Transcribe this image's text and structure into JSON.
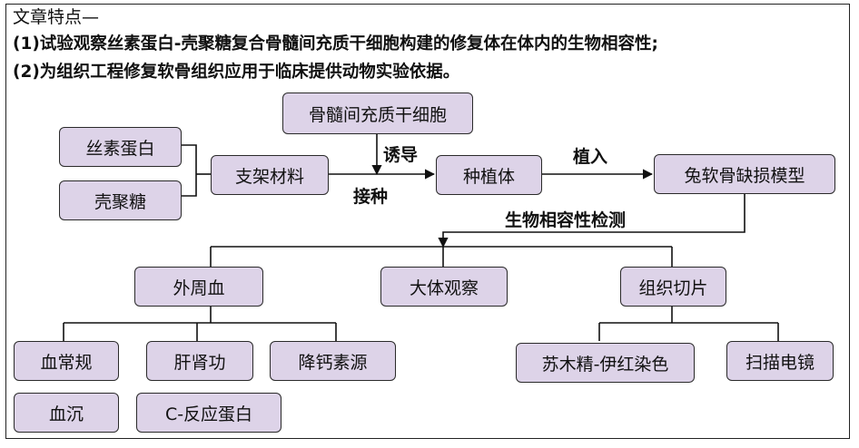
{
  "header": {
    "line1": "文章特点—",
    "line2": "(1)试验观察丝素蛋白-壳聚糖复合骨髓间充质干细胞构建的修复体在体内的生物相容性;",
    "line3": "(2)为组织工程修复软骨组织应用于临床提供动物实验依据。"
  },
  "nodes": {
    "msc": "骨髓间充质干细胞",
    "silk": "丝素蛋白",
    "chitosan": "壳聚糖",
    "scaffold": "支架材料",
    "implant": "种植体",
    "model": "兔软骨缺损模型",
    "blood": "外周血",
    "gross": "大体观察",
    "section": "组织切片",
    "routine": "血常规",
    "liver": "肝肾功",
    "calcitonin": "降钙素源",
    "esr": "血沉",
    "crp": "C-反应蛋白",
    "he": "苏木精-伊红染色",
    "sem": "扫描电镜"
  },
  "edges": {
    "induce": "诱导",
    "inoculate": "接种",
    "implant_into": "植入",
    "biocompat": "生物相容性检测"
  },
  "colors": {
    "node_fill": "#ddd3e8",
    "border": "#2a2a2a",
    "line": "#111111"
  }
}
